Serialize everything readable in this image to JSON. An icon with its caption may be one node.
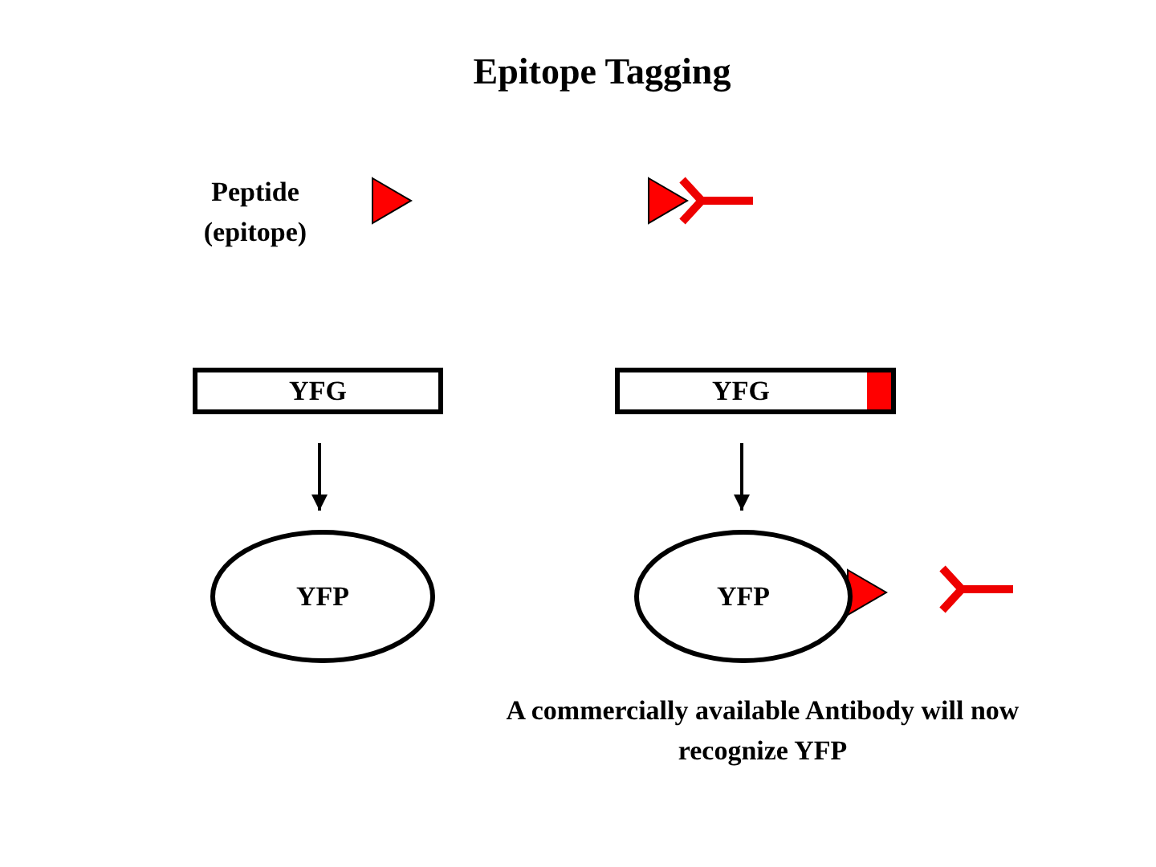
{
  "diagram": {
    "title": "Epitope Tagging",
    "nodes": [
      {
        "text": [
          "YFG"
        ]
      },
      {
        "text": [
          "YFP"
        ]
      },
      {
        "text": [
          "YFG"
        ]
      },
      {
        "text": [
          "YFP"
        ]
      }
    ],
    "edges": [
      {
        "from": 0,
        "to": 1,
        "arrow": "to"
      },
      {
        "from": 2,
        "to": 3,
        "arrow": "to"
      }
    ],
    "labels": [
      "Peptide (epitope)",
      "A commercially available Antibody will now recognize YFP"
    ]
  }
}
